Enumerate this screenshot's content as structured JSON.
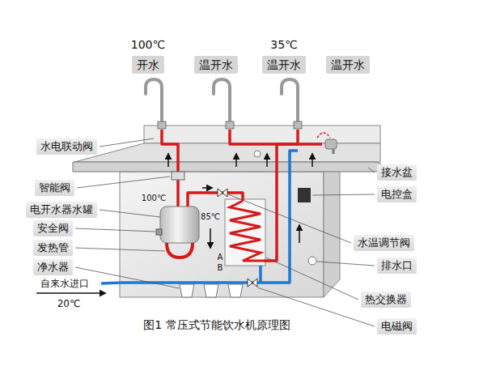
{
  "diagram": {
    "caption": "图1 常压式节能饮水机原理图",
    "nodes": [
      {
        "text": [
          "开水"
        ]
      },
      {
        "text": [
          "温开水"
        ]
      },
      {
        "text": [
          "温开水"
        ]
      },
      {
        "text": [
          "温开水"
        ]
      },
      {
        "text": [
          "水电联动阀"
        ]
      },
      {
        "text": [
          "接水盆"
        ]
      },
      {
        "text": [
          "电控盒"
        ]
      },
      {
        "text": [
          "智能阀"
        ]
      },
      {
        "text": [
          "电开水器水罐"
        ]
      },
      {
        "text": [
          "安全阀"
        ]
      },
      {
        "text": [
          "水温调节阀"
        ]
      },
      {
        "text": [
          "发热管"
        ]
      },
      {
        "text": [
          "排水口"
        ]
      },
      {
        "text": [
          "净水器"
        ]
      },
      {
        "text": [
          "热交换器"
        ]
      },
      {
        "text": [
          "电磁阀"
        ]
      }
    ],
    "labels": [
      "100℃",
      "35℃",
      "100℃",
      "85℃",
      "A",
      "B",
      "自来水进口",
      "20℃"
    ]
  }
}
